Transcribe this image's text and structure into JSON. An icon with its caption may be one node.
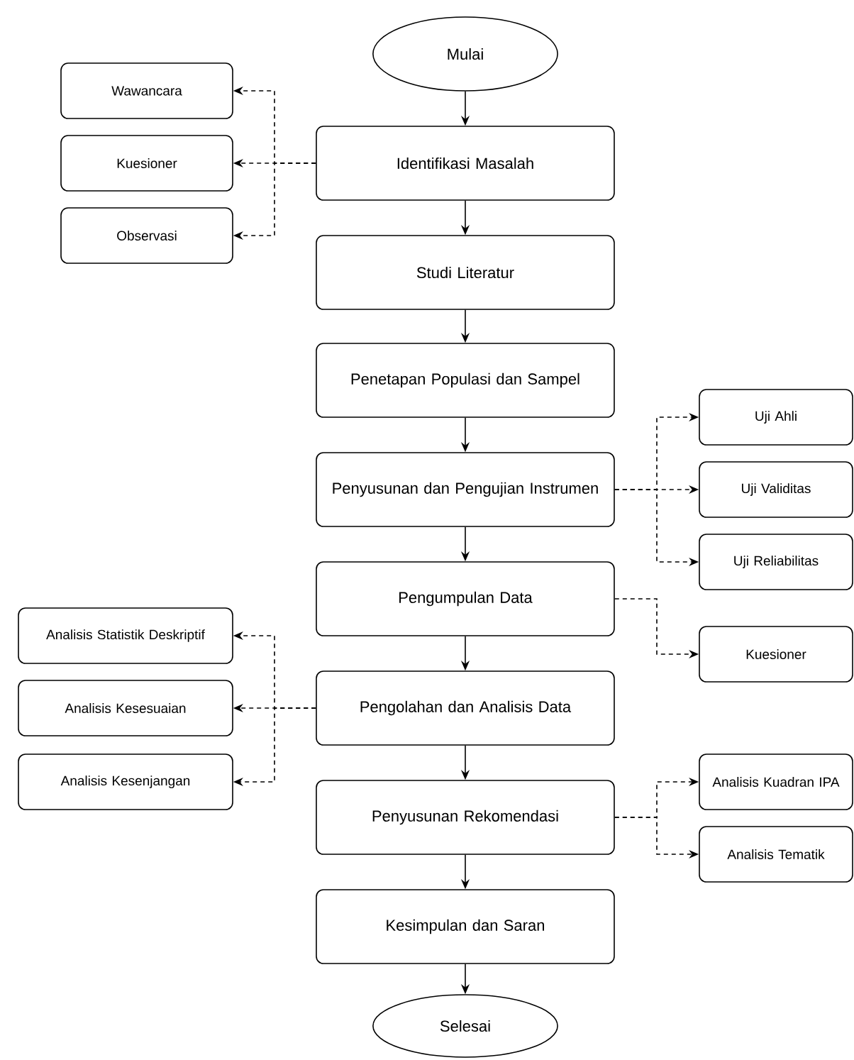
{
  "diagram": {
    "nodes": [
      {
        "text": [
          "Mulai"
        ]
      },
      {
        "text": [
          "Wawancara"
        ]
      },
      {
        "text": [
          "Identifikasi Masalah"
        ]
      },
      {
        "text": [
          "Kuesioner"
        ]
      },
      {
        "text": [
          "Observasi"
        ]
      },
      {
        "text": [
          "Studi Literatur"
        ]
      },
      {
        "text": [
          "Penetapan Populasi dan Sampel"
        ]
      },
      {
        "text": [
          "Uji Ahli"
        ]
      },
      {
        "text": [
          "Penyusunan dan Pengujian Instrumen"
        ]
      },
      {
        "text": [
          "Uji Validitas"
        ]
      },
      {
        "text": [
          "Uji Reliabilitas"
        ]
      },
      {
        "text": [
          "Pengumpulan Data"
        ]
      },
      {
        "text": [
          "Analisis Statistik Deskriptif"
        ]
      },
      {
        "text": [
          "Kuesioner"
        ]
      },
      {
        "text": [
          "Pengolahan dan Analisis Data"
        ]
      },
      {
        "text": [
          "Analisis Kesesuaian"
        ]
      },
      {
        "text": [
          "Analisis Kesenjangan"
        ]
      },
      {
        "text": [
          "Analisis Kuadran IPA"
        ]
      },
      {
        "text": [
          "Penyusunan Rekomendasi"
        ]
      },
      {
        "text": [
          "Analisis Tematik"
        ]
      },
      {
        "text": [
          "Kesimpulan dan Saran"
        ]
      },
      {
        "text": [
          "Selesai"
        ]
      }
    ],
    "edges": [
      {
        "from": 0,
        "to": 2,
        "arrow": "to"
      },
      {
        "from": 2,
        "to": 5,
        "arrow": "to"
      },
      {
        "from": 5,
        "to": 6,
        "arrow": "to"
      },
      {
        "from": 6,
        "to": 8,
        "arrow": "to"
      },
      {
        "from": 8,
        "to": 11,
        "arrow": "to"
      },
      {
        "from": 11,
        "to": 14,
        "arrow": "to"
      },
      {
        "from": 14,
        "to": 18,
        "arrow": "to"
      },
      {
        "from": 18,
        "to": 20,
        "arrow": "to"
      },
      {
        "from": 20,
        "to": 21,
        "arrow": "to"
      },
      {
        "from": 2,
        "to": 1,
        "arrow": "to",
        "style": "dashed"
      },
      {
        "from": 2,
        "to": 3,
        "arrow": "to",
        "style": "dashed"
      },
      {
        "from": 2,
        "to": 4,
        "arrow": "to",
        "style": "dashed"
      },
      {
        "from": 8,
        "to": 7,
        "arrow": "to",
        "style": "dashed"
      },
      {
        "from": 8,
        "to": 9,
        "arrow": "to",
        "style": "dashed"
      },
      {
        "from": 8,
        "to": 10,
        "arrow": "to",
        "style": "dashed"
      },
      {
        "from": 11,
        "to": 13,
        "arrow": "to",
        "style": "dashed"
      },
      {
        "from": 14,
        "to": 12,
        "arrow": "to",
        "style": "dashed"
      },
      {
        "from": 14,
        "to": 15,
        "arrow": "to",
        "style": "dashed"
      },
      {
        "from": 14,
        "to": 16,
        "arrow": "to",
        "style": "dashed"
      },
      {
        "from": 18,
        "to": 17,
        "arrow": "to",
        "style": "dashed"
      },
      {
        "from": 18,
        "to": 19,
        "arrow": "to",
        "style": "dashed"
      }
    ]
  }
}
